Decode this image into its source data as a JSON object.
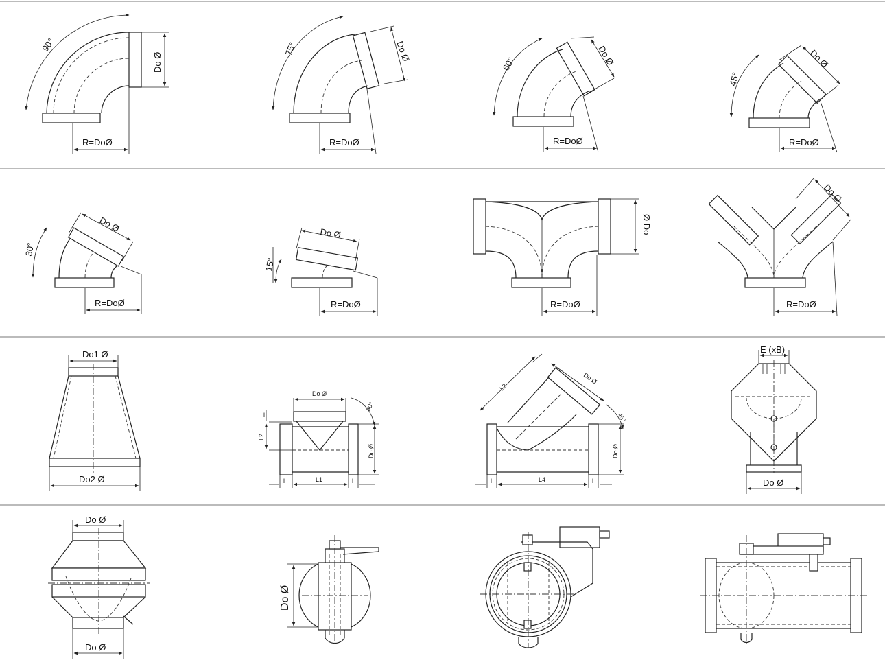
{
  "rows": [
    {
      "items": [
        {
          "angle": "90°",
          "dim_d": "Do Ø",
          "dim_r": "R=DoØ"
        },
        {
          "angle": "75°",
          "dim_d": "Do Ø",
          "dim_r": "R=DoØ"
        },
        {
          "angle": "60°",
          "dim_d": "Do Ø",
          "dim_r": "R=DoØ"
        },
        {
          "angle": "45°",
          "dim_d": "Do Ø",
          "dim_r": "R=DoØ"
        }
      ]
    },
    {
      "items": [
        {
          "angle": "30°",
          "dim_d": "Do Ø",
          "dim_r": "R=DoØ"
        },
        {
          "angle": "15°",
          "dim_d": "Do Ø",
          "dim_r": "R=DoØ"
        },
        {
          "dim_d": "Ø Do",
          "dim_r": "R=DoØ"
        },
        {
          "dim_d": "Do Ø",
          "dim_r": "R=DoØ"
        }
      ]
    },
    {
      "items": [
        {
          "dim_top": "Do1 Ø",
          "dim_bottom": "Do2 Ø"
        },
        {
          "dim_top": "Do Ø",
          "angle": "90°",
          "l": "l",
          "l1": "L1",
          "l2": "L2",
          "dim_side": "Do Ø"
        },
        {
          "dim_top": "Do Ø",
          "angle": "45°",
          "l": "l",
          "l3": "L3",
          "l4": "L4",
          "dim_side": "Do Ø"
        },
        {
          "dim_top": "E (xB)",
          "dim_bottom": "Do Ø"
        }
      ]
    },
    {
      "items": [
        {
          "dim_top": "Do Ø",
          "dim_bottom": "Do Ø"
        },
        {
          "dim_side": "Do Ø"
        },
        {},
        {}
      ]
    }
  ]
}
